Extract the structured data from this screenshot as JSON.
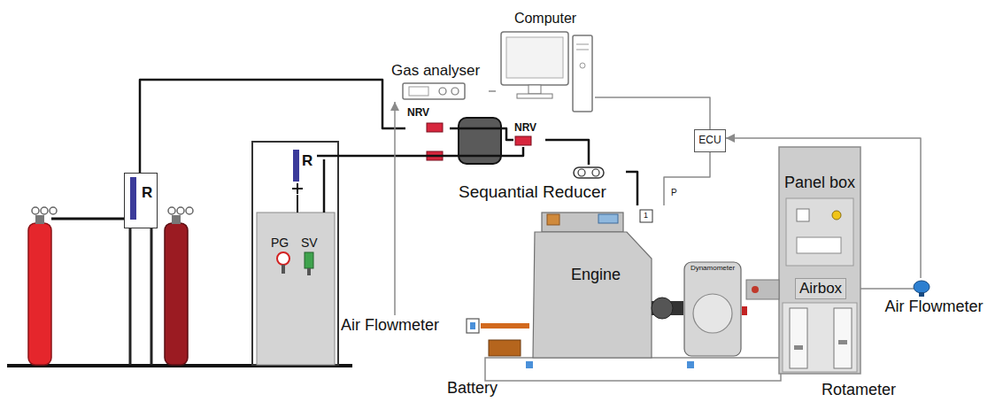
{
  "diagram": {
    "nodes": [
      {
        "text": [
          "Computer"
        ]
      },
      {
        "text": [
          "Gas analyser"
        ]
      },
      {
        "text": [
          "NRV"
        ]
      },
      {
        "text": [
          "NRV"
        ]
      },
      {
        "text": [
          "R"
        ]
      },
      {
        "text": [
          "R"
        ]
      },
      {
        "text": [
          "Sequantial Reducer"
        ]
      },
      {
        "text": [
          "ECU"
        ]
      },
      {
        "text": [
          "Panel box"
        ]
      },
      {
        "text": [
          "Airbox"
        ],
        "in": 8
      },
      {
        "text": [
          "Engine"
        ]
      },
      {
        "text": [
          "Dynamometer"
        ]
      },
      {
        "text": [
          "Battery"
        ]
      },
      {
        "text": [
          "Air Flowmeter"
        ]
      },
      {
        "text": [
          "Air Flowmeter"
        ]
      }
    ],
    "edges": [
      {
        "from": 4,
        "to": 2,
        "arrow": "none"
      },
      {
        "from": 2,
        "to": 3,
        "arrow": "none"
      },
      {
        "from": 5,
        "to": 3,
        "arrow": "none"
      },
      {
        "from": 3,
        "to": 6,
        "arrow": "none"
      },
      {
        "from": 6,
        "to": 10,
        "arrow": "none"
      },
      {
        "from": 1,
        "to": 0,
        "arrow": "none"
      },
      {
        "from": 0,
        "to": 7,
        "arrow": "none"
      },
      {
        "from": 7,
        "to": 10,
        "arrow": "none"
      },
      {
        "from": 14,
        "to": 7,
        "arrow": "to"
      },
      {
        "from": 13,
        "to": 1,
        "arrow": "to"
      },
      {
        "from": 14,
        "to": 8,
        "arrow": "none"
      },
      {
        "from": 13,
        "to": 10,
        "arrow": "none"
      }
    ],
    "labels": [
      "PG",
      "SV",
      "P",
      "1",
      "Rotameter"
    ]
  }
}
